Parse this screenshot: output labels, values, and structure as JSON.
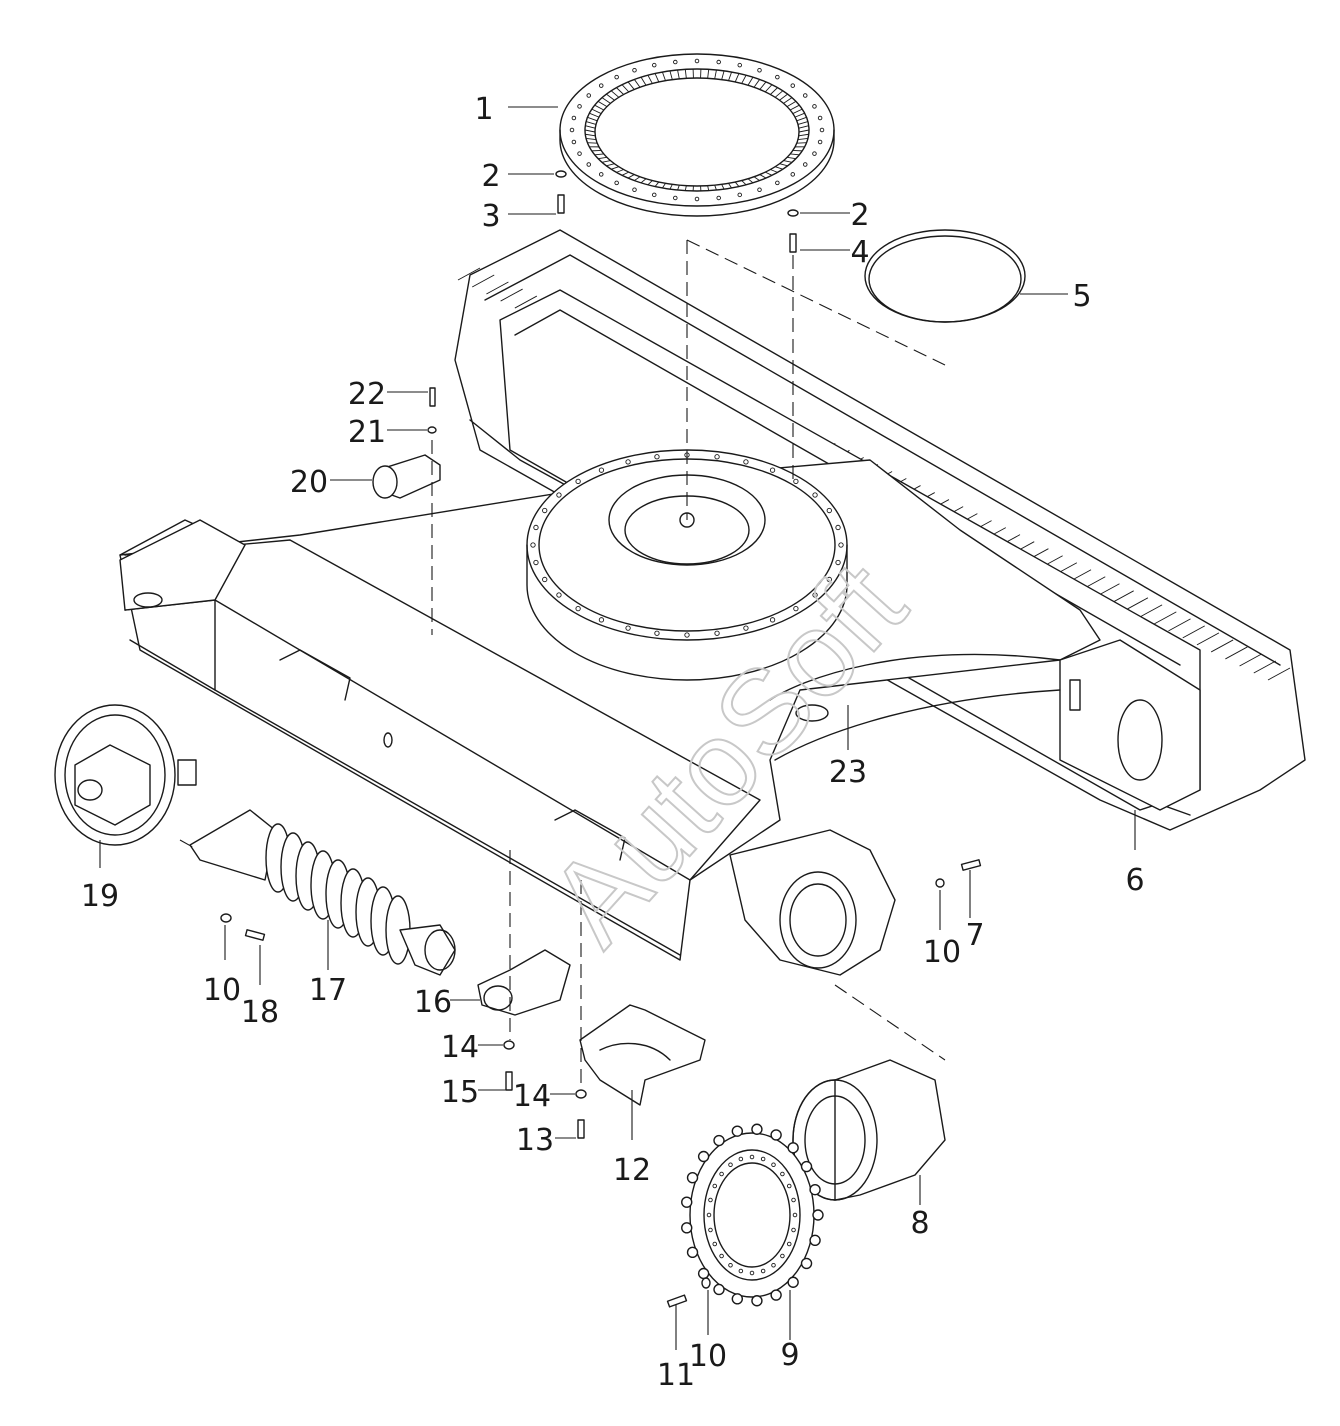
{
  "watermark": "AutoSoft",
  "corner_mark": "",
  "callouts": [
    {
      "id": "c1",
      "label": "1"
    },
    {
      "id": "c2a",
      "label": "2"
    },
    {
      "id": "c2b",
      "label": "2"
    },
    {
      "id": "c3",
      "label": "3"
    },
    {
      "id": "c4",
      "label": "4"
    },
    {
      "id": "c5",
      "label": "5"
    },
    {
      "id": "c6",
      "label": "6"
    },
    {
      "id": "c7",
      "label": "7"
    },
    {
      "id": "c8",
      "label": "8"
    },
    {
      "id": "c9",
      "label": "9"
    },
    {
      "id": "c10a",
      "label": "10"
    },
    {
      "id": "c10b",
      "label": "10"
    },
    {
      "id": "c10c",
      "label": "10"
    },
    {
      "id": "c11",
      "label": "11"
    },
    {
      "id": "c12",
      "label": "12"
    },
    {
      "id": "c13",
      "label": "13"
    },
    {
      "id": "c14a",
      "label": "14"
    },
    {
      "id": "c14b",
      "label": "14"
    },
    {
      "id": "c15",
      "label": "15"
    },
    {
      "id": "c16",
      "label": "16"
    },
    {
      "id": "c17",
      "label": "17"
    },
    {
      "id": "c18",
      "label": "18"
    },
    {
      "id": "c19",
      "label": "19"
    },
    {
      "id": "c20",
      "label": "20"
    },
    {
      "id": "c21",
      "label": "21"
    },
    {
      "id": "c22",
      "label": "22"
    },
    {
      "id": "c23",
      "label": "23"
    }
  ]
}
